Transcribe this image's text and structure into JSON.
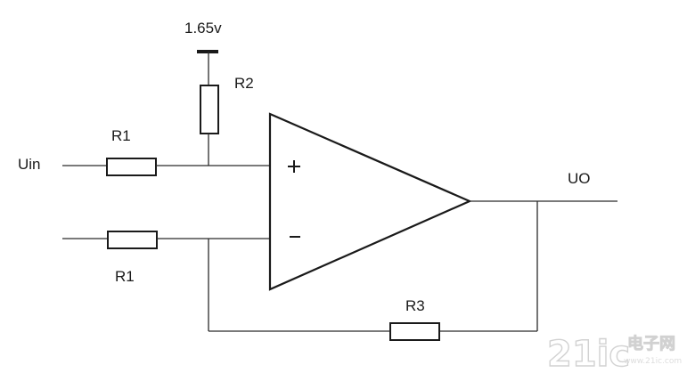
{
  "labels": {
    "supply_voltage": "1.65v",
    "r2": "R2",
    "r1_top": "R1",
    "r1_bottom": "R1",
    "r3": "R3",
    "input": "Uin",
    "output": "UO"
  },
  "watermark": {
    "brand_number": "21ic",
    "brand_text": "电子网",
    "url": "www.21ic.com"
  }
}
